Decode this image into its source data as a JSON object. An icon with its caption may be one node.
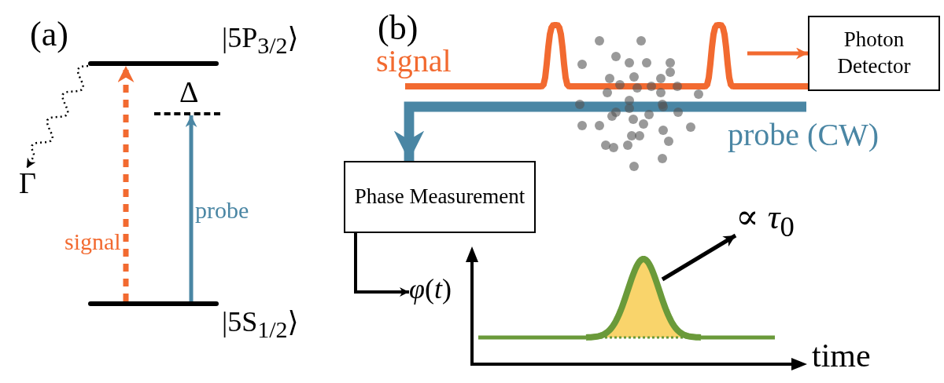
{
  "diagram": {
    "nodes": [
      {
        "text": [
          "|5P$_{3/2}$⟩"
        ]
      },
      {
        "text": [
          "|5S$_{1/2}$⟩"
        ]
      },
      {
        "text": [],
        "shape": "bar"
      },
      {
        "text": [
          "Γ"
        ]
      },
      {
        "text": [
          "Photon Detector"
        ]
      },
      {
        "text": [
          "Phase Measurement"
        ]
      },
      {
        "text": [
          "*φ*(*t*)"
        ]
      },
      {
        "text": [],
        "shape": "curve"
      },
      {
        "text": [
          "∝ *τ*$_{0}$"
        ]
      }
    ],
    "edges": [
      {
        "from": 1,
        "to": 0,
        "arrow": "to",
        "label": "signal",
        "style": "dashed",
        "color": "#f26a30"
      },
      {
        "from": 1,
        "to": 2,
        "arrow": "to",
        "label": "probe",
        "color": "#4a86a4"
      },
      {
        "from": 0,
        "to": 3,
        "arrow": "to",
        "style": "dashed",
        "color": "#000000"
      },
      {
        "from": null,
        "to": 4,
        "arrow": "none",
        "label": "signal",
        "color": "#f26a30"
      },
      {
        "from": null,
        "to": 4,
        "arrow": "to",
        "color": "#f26a30"
      },
      {
        "from": null,
        "to": 5,
        "arrow": "to",
        "label": "probe (CW)",
        "style": "thick",
        "color": "#4a86a4"
      },
      {
        "from": 5,
        "to": 6,
        "arrow": "to",
        "color": "#000000"
      },
      {
        "from": 7,
        "to": 8,
        "arrow": "to",
        "color": "#000000"
      }
    ],
    "labels": [
      "(a)",
      "Δ",
      "(b)",
      "time"
    ]
  }
}
